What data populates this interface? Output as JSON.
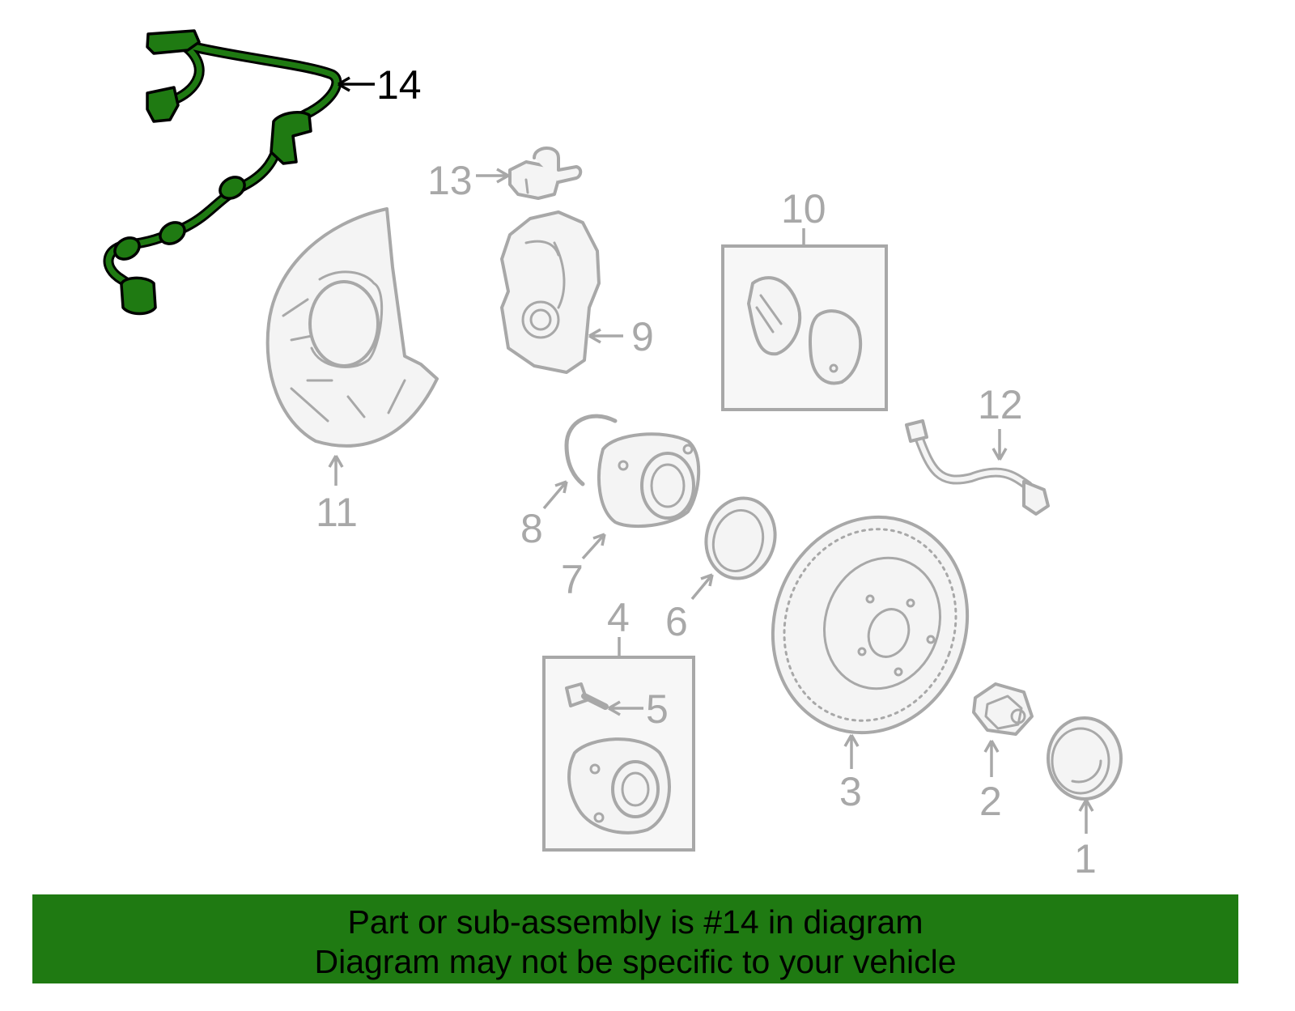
{
  "diagram": {
    "highlight_color": "#1f7a12",
    "part_color": "#a8a8a8",
    "callouts": [
      {
        "id": "1",
        "label": "1"
      },
      {
        "id": "2",
        "label": "2"
      },
      {
        "id": "3",
        "label": "3"
      },
      {
        "id": "4",
        "label": "4"
      },
      {
        "id": "5",
        "label": "5"
      },
      {
        "id": "6",
        "label": "6"
      },
      {
        "id": "7",
        "label": "7"
      },
      {
        "id": "8",
        "label": "8"
      },
      {
        "id": "9",
        "label": "9"
      },
      {
        "id": "10",
        "label": "10"
      },
      {
        "id": "11",
        "label": "11"
      },
      {
        "id": "12",
        "label": "12"
      },
      {
        "id": "13",
        "label": "13"
      },
      {
        "id": "14",
        "label": "14",
        "highlighted": true
      }
    ]
  },
  "banner": {
    "line1": "Part or sub-assembly is #14 in diagram",
    "line2": "Diagram may not be specific to your vehicle"
  }
}
